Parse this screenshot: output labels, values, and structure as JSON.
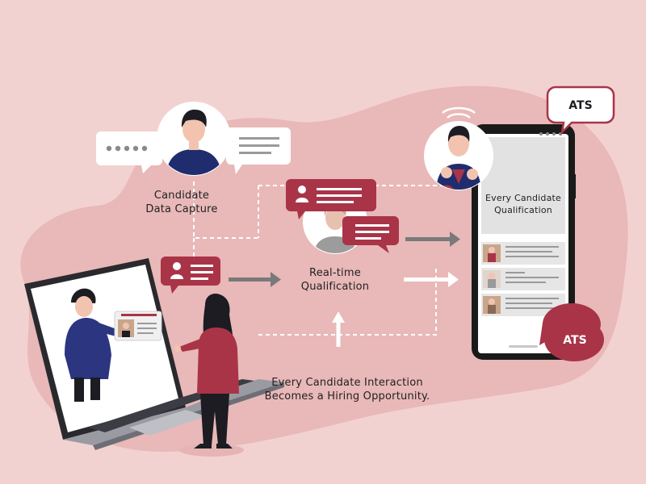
{
  "labels": {
    "data_capture": [
      "Candidate",
      "Data Capture"
    ],
    "qualification": [
      "Real-time",
      "Qualification"
    ],
    "interaction": [
      "Every Candidate Interaction",
      "Becomes a Hiring Opportunity."
    ],
    "phone_title": [
      "Every Candidate",
      "Qualification"
    ]
  },
  "ats_top": "ATS",
  "ats_bottom": "ATS",
  "colors": {
    "background": "#f2d2d0",
    "blob": "#e8b8b7",
    "accent": "#a93448",
    "navy": "#1f2d6e",
    "skin": "#f2c4b0",
    "hair": "#1c1c22"
  }
}
